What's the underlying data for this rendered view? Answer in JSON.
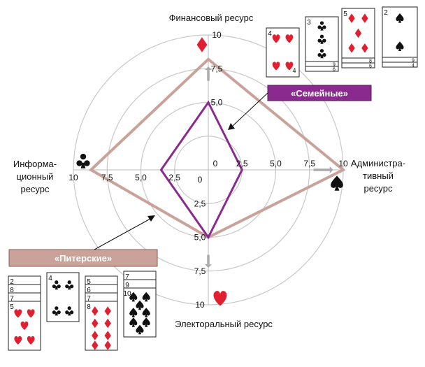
{
  "chart_data": {
    "type": "radar",
    "axes": [
      {
        "key": "top",
        "label": "Финансовый ресурс",
        "suit": "diamond"
      },
      {
        "key": "right",
        "label": "Администра-\nтивный\nресурс",
        "suit": "spade"
      },
      {
        "key": "bottom",
        "label": "Электоральный ресурс",
        "suit": "heart"
      },
      {
        "key": "left",
        "label": "Информа-\nционный\nресурс",
        "suit": "club"
      }
    ],
    "scale": {
      "max": 10,
      "rings": [
        2.5,
        5.0,
        7.5,
        10
      ]
    },
    "tick_labels": {
      "top": [
        "5,0",
        "7,5",
        "10"
      ],
      "right": [
        "0",
        "2,5",
        "5,0",
        "7,5",
        "10"
      ],
      "bottom": [
        "0",
        "2,5",
        "5,0",
        "7,5",
        "10"
      ],
      "left": [
        "10",
        "7,5",
        "5,0",
        "2,5"
      ]
    },
    "series": [
      {
        "name": "«Питерские»",
        "color": "#c9a29a",
        "values": {
          "top": 8.2,
          "right": 10,
          "bottom": 5.0,
          "left": 8.7
        }
      },
      {
        "name": "«Семейные»",
        "color": "#8b2a8e",
        "values": {
          "top": 5.0,
          "right": 2.5,
          "bottom": 5.0,
          "left": 3.5
        }
      }
    ]
  },
  "colors": {
    "suit_red": "#e02030",
    "suit_black": "#111111",
    "ring": "#c8c8c8",
    "axis": "#bbbbbb"
  },
  "cards": {
    "top_right": [
      {
        "rank": "4",
        "suit": "heart",
        "second": "4"
      },
      {
        "rank": "3",
        "suit": "club",
        "second": "3"
      },
      {
        "rank": "5",
        "suit": "diamond",
        "second": "5"
      },
      {
        "rank": "2",
        "suit": "spade",
        "second": "2"
      }
    ],
    "top_right_under": [
      [
        "9",
        "6"
      ],
      [
        "8",
        "6"
      ],
      [
        "9",
        "4"
      ]
    ],
    "bottom_left": [
      {
        "ranks": [
          "2",
          "8",
          "7",
          "5"
        ],
        "suit": "heart"
      },
      {
        "ranks": [
          "4"
        ],
        "suit": "club"
      },
      {
        "ranks": [
          "5",
          "6",
          "7",
          "8"
        ],
        "suit": "diamond"
      },
      {
        "ranks": [
          "7",
          "9",
          "10"
        ],
        "suit": "spade"
      }
    ]
  }
}
